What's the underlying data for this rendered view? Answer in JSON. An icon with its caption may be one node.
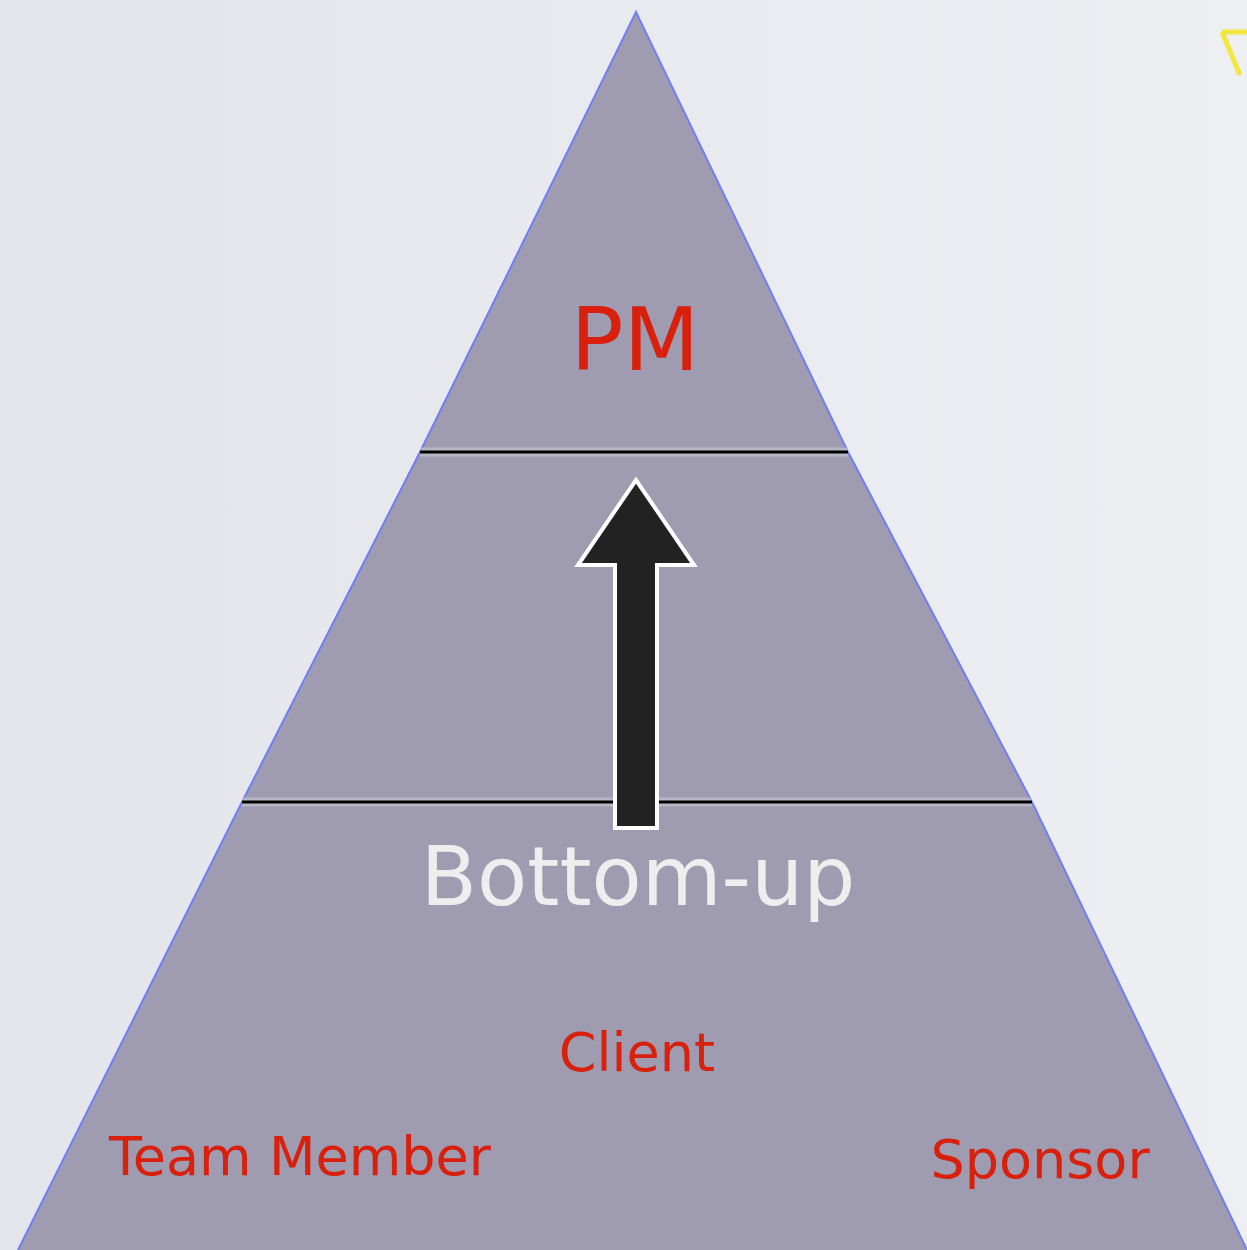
{
  "diagram": {
    "nodes": [
      {
        "text": [
          "PM"
        ]
      },
      {
        "text": [],
        "shape": "band"
      },
      {
        "text": [
          "Bottom-up",
          "Client",
          "Team Member",
          "Sponsor"
        ]
      }
    ],
    "edges": [
      {
        "from": 2,
        "to": 0,
        "arrow": "to",
        "style": "thick"
      }
    ]
  }
}
